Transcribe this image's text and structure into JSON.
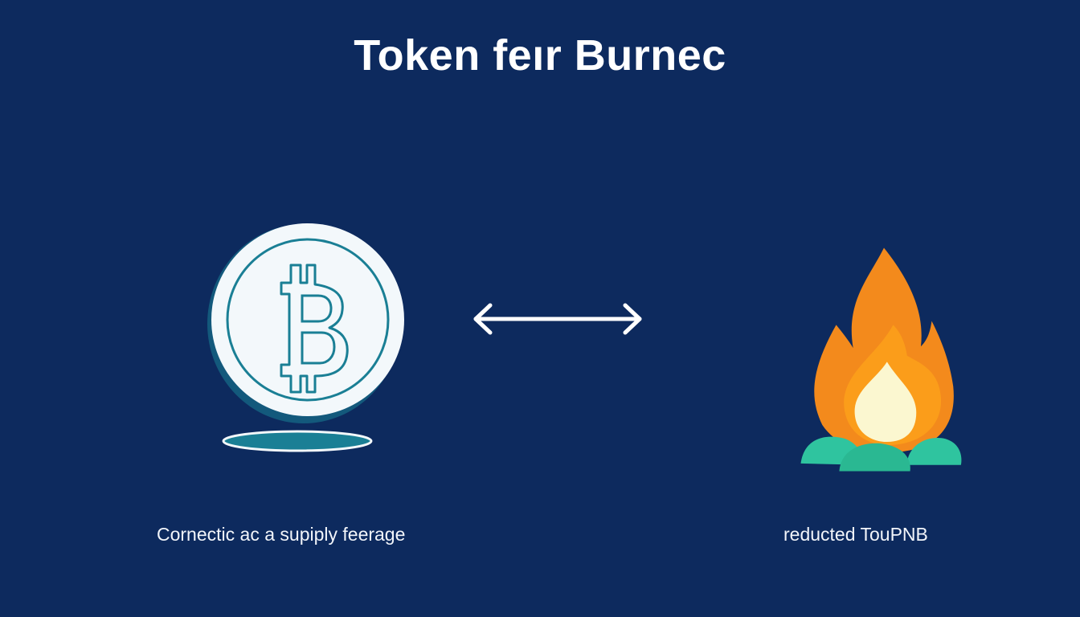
{
  "title": "Token feır Burnec",
  "left": {
    "icon": "bitcoin-coin-icon",
    "caption": "Cornectic ac a supiply feerage"
  },
  "connector": {
    "icon": "double-arrow-icon"
  },
  "right": {
    "icon": "campfire-icon",
    "caption": "reducted TouPNB"
  },
  "colors": {
    "background": "#0d2a5e",
    "coin_face": "#f3f8fb",
    "coin_accent": "#1a7f95",
    "flame_outer": "#f7901e",
    "flame_inner": "#fbf7d0",
    "stones": "#2fc49f"
  }
}
